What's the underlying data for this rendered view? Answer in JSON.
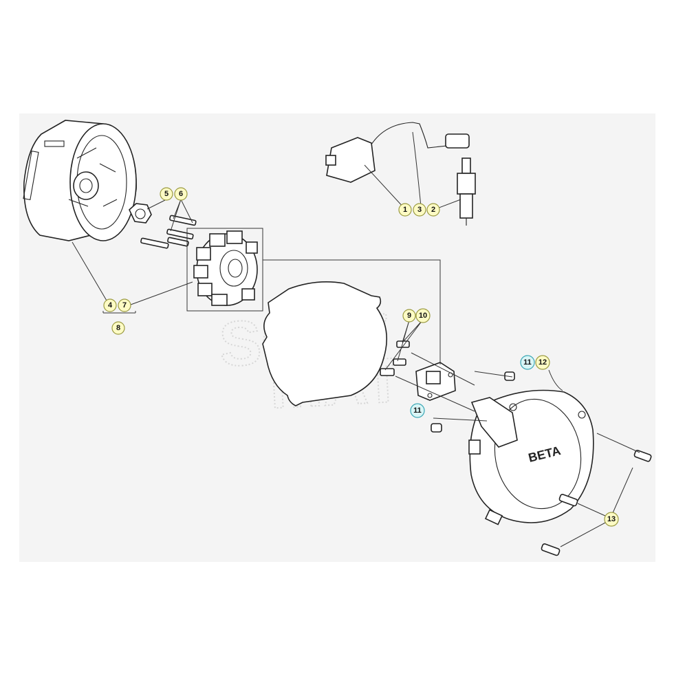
{
  "watermark": {
    "line1": "SOFT",
    "line2": "MAT"
  },
  "cover_logo": "BETA",
  "callouts": {
    "c1": "1",
    "c2": "2",
    "c3": "3",
    "c4": "4",
    "c5": "5",
    "c6": "6",
    "c7": "7",
    "c8": "8",
    "c9": "9",
    "c10": "10",
    "c11a": "11",
    "c11b": "11",
    "c12": "12",
    "c13": "13"
  },
  "colors": {
    "callout_fill": "#fdfbc4",
    "callout_cyan_fill": "#d9f5f6",
    "panel_bg": "#f4f4f4"
  }
}
